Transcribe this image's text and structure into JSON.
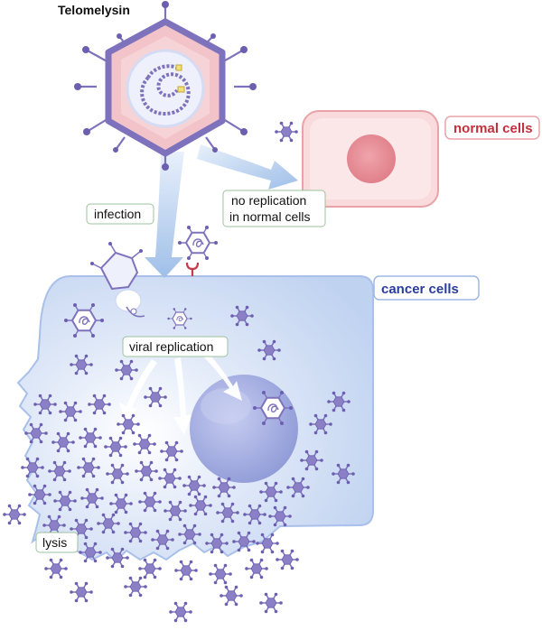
{
  "title": "Telomelysin",
  "labels": {
    "infection": "infection",
    "no_replication_line1": "no replication",
    "no_replication_line2": "in normal cells",
    "normal_cells": "normal cells",
    "cancer_cells": "cancer cells",
    "viral_replication": "viral replication",
    "lysis": "lysis"
  },
  "colors": {
    "virus": "#8a7fc4",
    "virus_dark": "#6c5fb0",
    "capsid_fill": "#f4c8cc",
    "normal_cell_fill": "#f9d9dc",
    "normal_cell_border": "#e8a2a8",
    "nucleus_normal": "#e98c95",
    "cancer_cell_fill": "#cddcf4",
    "cancer_cell_border": "#9fb7e6",
    "cancer_nucleus": "#9aa6dc",
    "arrow": "#a9c6ea",
    "normal_label": "#c0303c",
    "cancer_label": "#2a3c9c",
    "receptor": "#c43a4a"
  },
  "icons": {
    "virus": "adenovirus-particle-icon",
    "receptor": "receptor-icon"
  }
}
